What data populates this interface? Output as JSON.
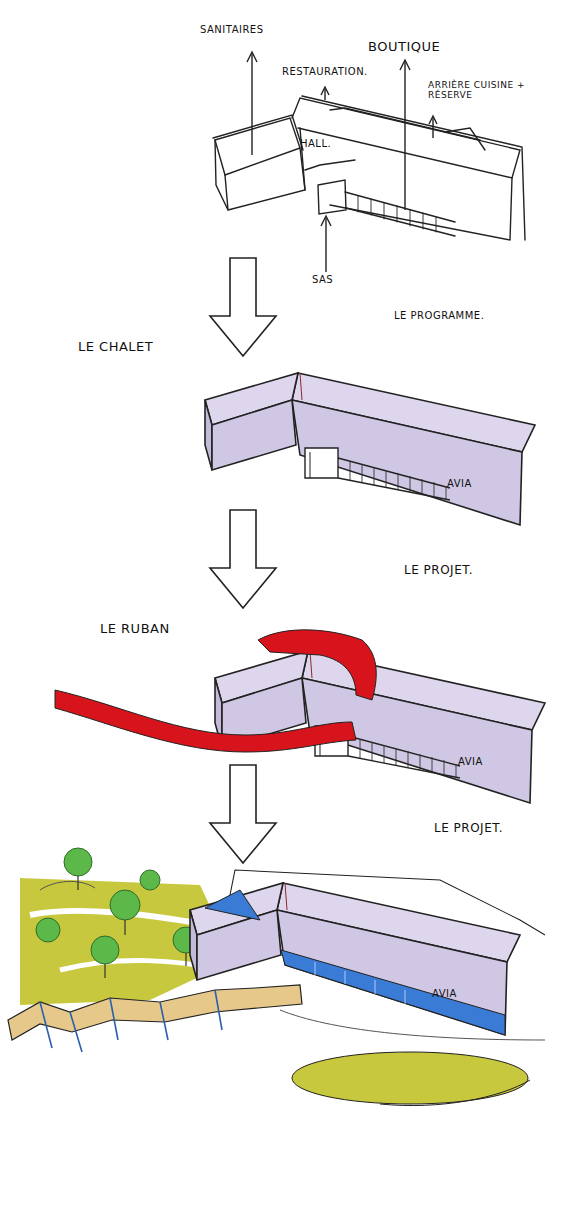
{
  "diagram": {
    "labels": [
      "SANITAIRES",
      "BOUTIQUE",
      "RESTAURATION.",
      "ARRIÈRE CUISINE + RÉSERVE",
      "HALL.",
      "SAS",
      "LE PROGRAMME.",
      "LE CHALET",
      "AVIA",
      "LE PROJET.",
      "LE RUBAN",
      "AVIA",
      "LE PROJET.",
      "AVIA"
    ]
  }
}
